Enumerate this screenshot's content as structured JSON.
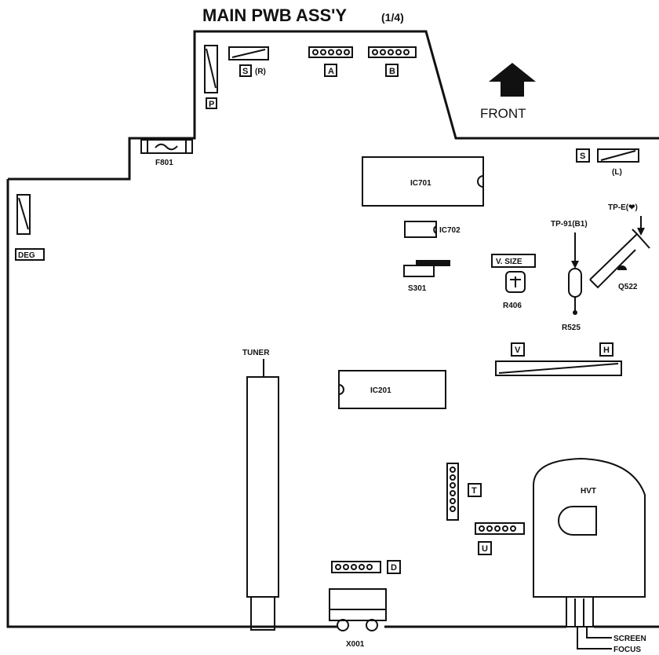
{
  "title": {
    "main": "MAIN PWB ASS'Y",
    "part": "(1/4)"
  },
  "front_label": "FRONT",
  "components": {
    "ic701": "IC701",
    "ic702": "IC702",
    "ic201": "IC201",
    "s301": "S301",
    "r406": "R406",
    "r525": "R525",
    "q522": "Q522",
    "f801": "F801",
    "tuner": "TUNER",
    "hvt": "HVT",
    "x001": "X001",
    "deg": "DEG"
  },
  "connectors": {
    "a": "A",
    "b": "B",
    "d": "D",
    "t": "T",
    "u": "U",
    "p": "P",
    "v": "V",
    "h": "H"
  },
  "switches": {
    "s_right_letter": "S",
    "s_right_suffix": "(R)",
    "s_left_letter": "S",
    "s_left_suffix": "(L)"
  },
  "adjustments": {
    "v_size": "V. SIZE"
  },
  "test_points": {
    "tp91": "TP-91(B1)",
    "tpe": "TP-E(❤)"
  },
  "outputs": {
    "screen": "SCREEN",
    "focus": "FOCUS"
  }
}
